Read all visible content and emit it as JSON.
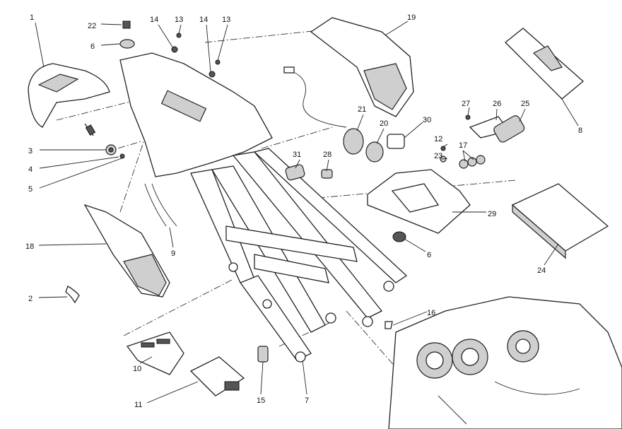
{
  "diagram": {
    "type": "exploded-parts-diagram",
    "labels": [
      "1",
      "22",
      "6",
      "14",
      "13",
      "14",
      "13",
      "19",
      "8",
      "3",
      "4",
      "5",
      "21",
      "30",
      "20",
      "27",
      "26",
      "25",
      "12",
      "17",
      "23",
      "31",
      "28",
      "29",
      "6",
      "24",
      "18",
      "9",
      "2",
      "16",
      "10",
      "11",
      "15",
      "7"
    ]
  }
}
